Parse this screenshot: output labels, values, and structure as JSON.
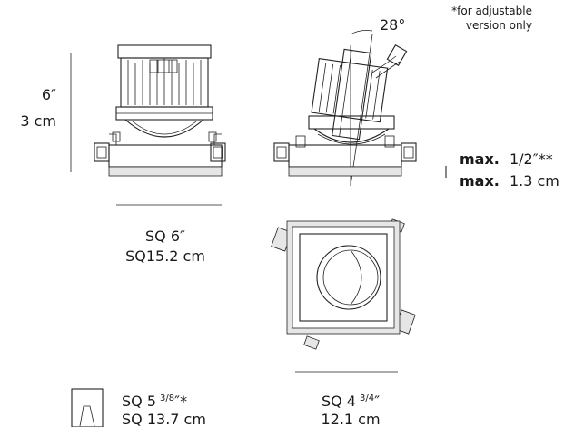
{
  "labels": {
    "note_line1": "*for adjustable",
    "note_line2": "version only",
    "angle": "28°",
    "height_in": "6″",
    "height_cm": "3 cm",
    "max_in_prefix": "max.",
    "max_in_value": "1/2″**",
    "max_cm_prefix": "max.",
    "max_cm_value": "1.3 cm",
    "sq_a_in": "SQ 6″",
    "sq_a_cm": "SQ15.2 cm",
    "sq_b_base": "SQ 5",
    "sq_b_frac": "3/8",
    "sq_b_suffix": "″*",
    "sq_b_cm": "SQ 13.7 cm",
    "sq_c_base": "SQ 4",
    "sq_c_frac": "3/4",
    "sq_c_suffix": "″",
    "sq_c_cm": "12.1 cm"
  }
}
